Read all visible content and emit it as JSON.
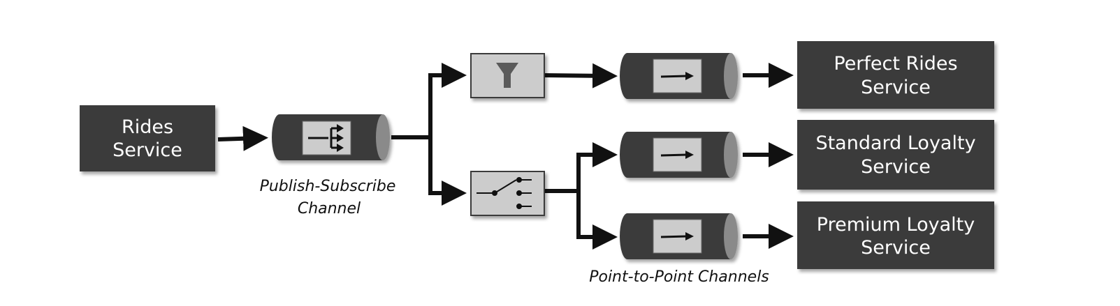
{
  "services": {
    "rides": {
      "line1": "Rides",
      "line2": "Service"
    },
    "perfect_rides": {
      "line1": "Perfect Rides",
      "line2": "Service"
    },
    "standard_loyalty": {
      "line1": "Standard Loyalty",
      "line2": "Service"
    },
    "premium_loyalty": {
      "line1": "Premium Loyalty",
      "line2": "Service"
    }
  },
  "captions": {
    "pubsub_line1": "Publish-Subscribe",
    "pubsub_line2": "Channel",
    "p2p": "Point-to-Point Channels"
  },
  "colors": {
    "box_fill": "#3b3b3b",
    "pipe_end": "#8a8a8a",
    "icon_fill": "#cccccc",
    "connector": "#111111"
  },
  "icons": {
    "pubsub_channel": "fanout-arrows-icon",
    "filter": "funnel-icon",
    "router": "switch-icon",
    "point_to_point": "right-arrow-icon"
  }
}
